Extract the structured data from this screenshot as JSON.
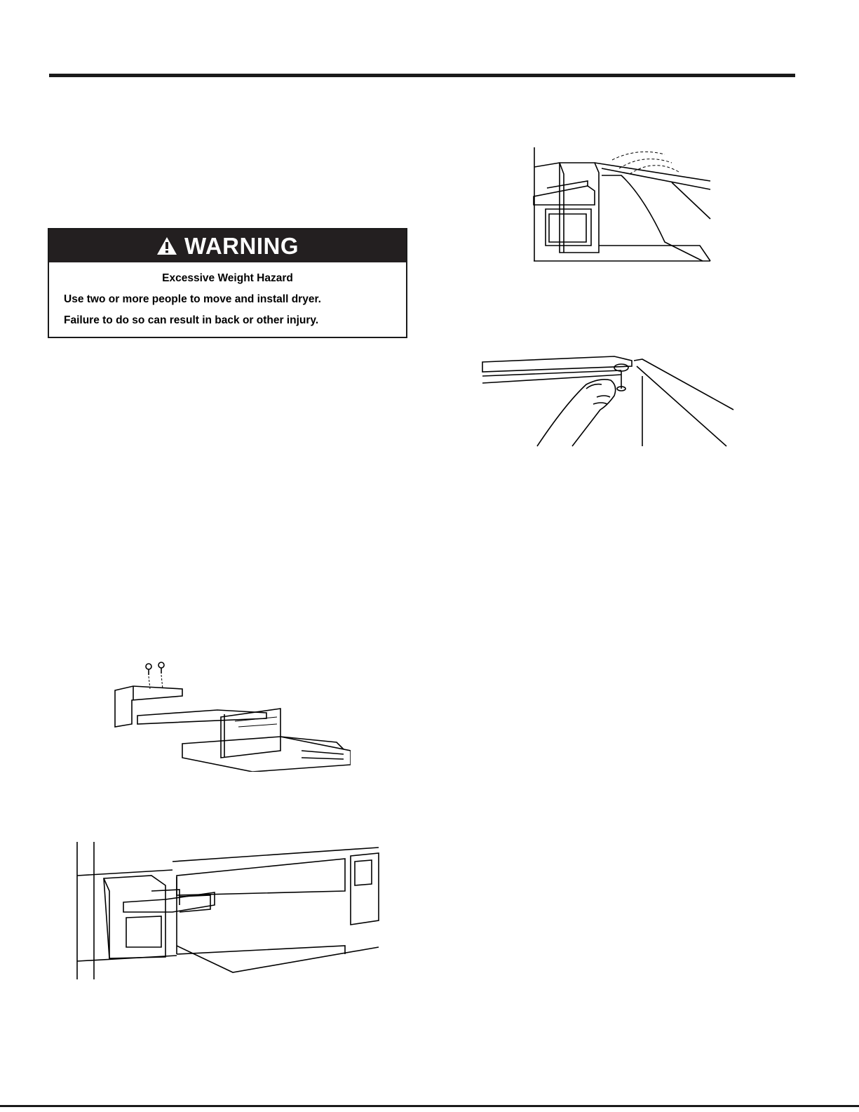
{
  "warning": {
    "heading": "WARNING",
    "hazard": "Excessive Weight Hazard",
    "line1": "Use two or more people to move and install dryer.",
    "line2": "Failure to do so can result in back or other injury."
  },
  "icons": {
    "warning": "warning-triangle-icon"
  },
  "colors": {
    "rule": "#1a1a1a",
    "header_bg": "#231f20",
    "text": "#000000"
  }
}
